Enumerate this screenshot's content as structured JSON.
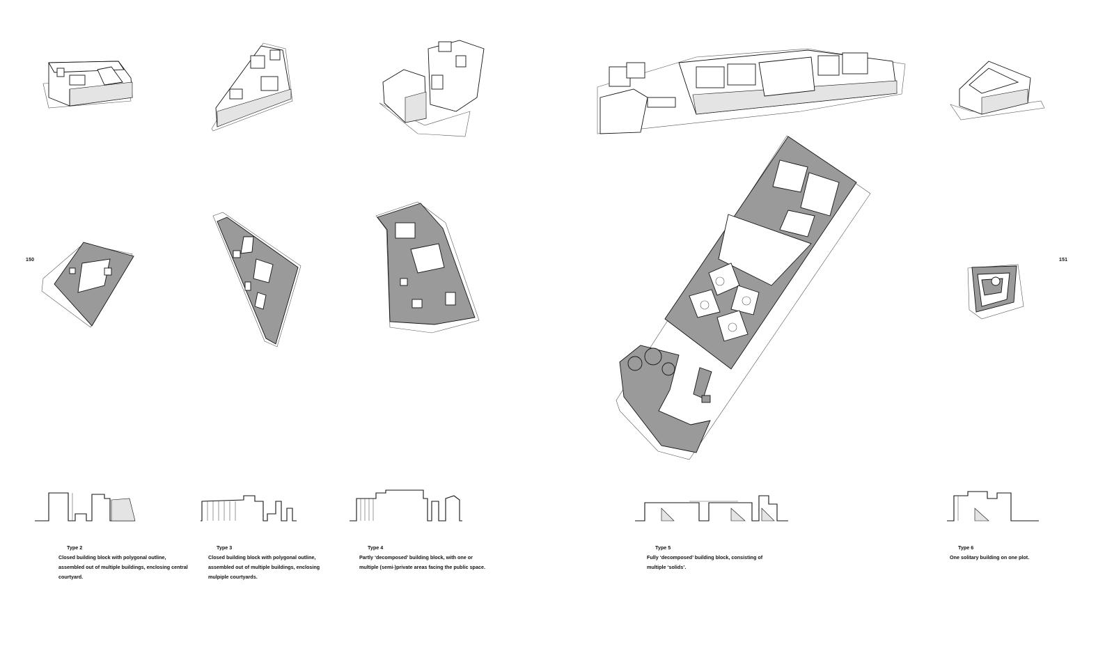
{
  "pages": {
    "left": "150",
    "right": "151"
  },
  "types": [
    {
      "label": "Type 2",
      "description": "Closed building block with polygonal outline, assembled out of multiple buildings, enclosing central courtyard."
    },
    {
      "label": "Type 3",
      "description": "Closed building block with polygonal outline, assembled out of multiple buildings, enclosing mulpiple courtyards."
    },
    {
      "label": "Type 4",
      "description": "Partly ‘decomposed’ building block, with one or multiple (semi-)private areas facing the public space."
    },
    {
      "label": "Type 5",
      "description": "Fully ‘decomposed’ building block, consisting of multiple ‘solids’."
    },
    {
      "label": "Type 6",
      "description": "One solitary building on one plot."
    }
  ]
}
